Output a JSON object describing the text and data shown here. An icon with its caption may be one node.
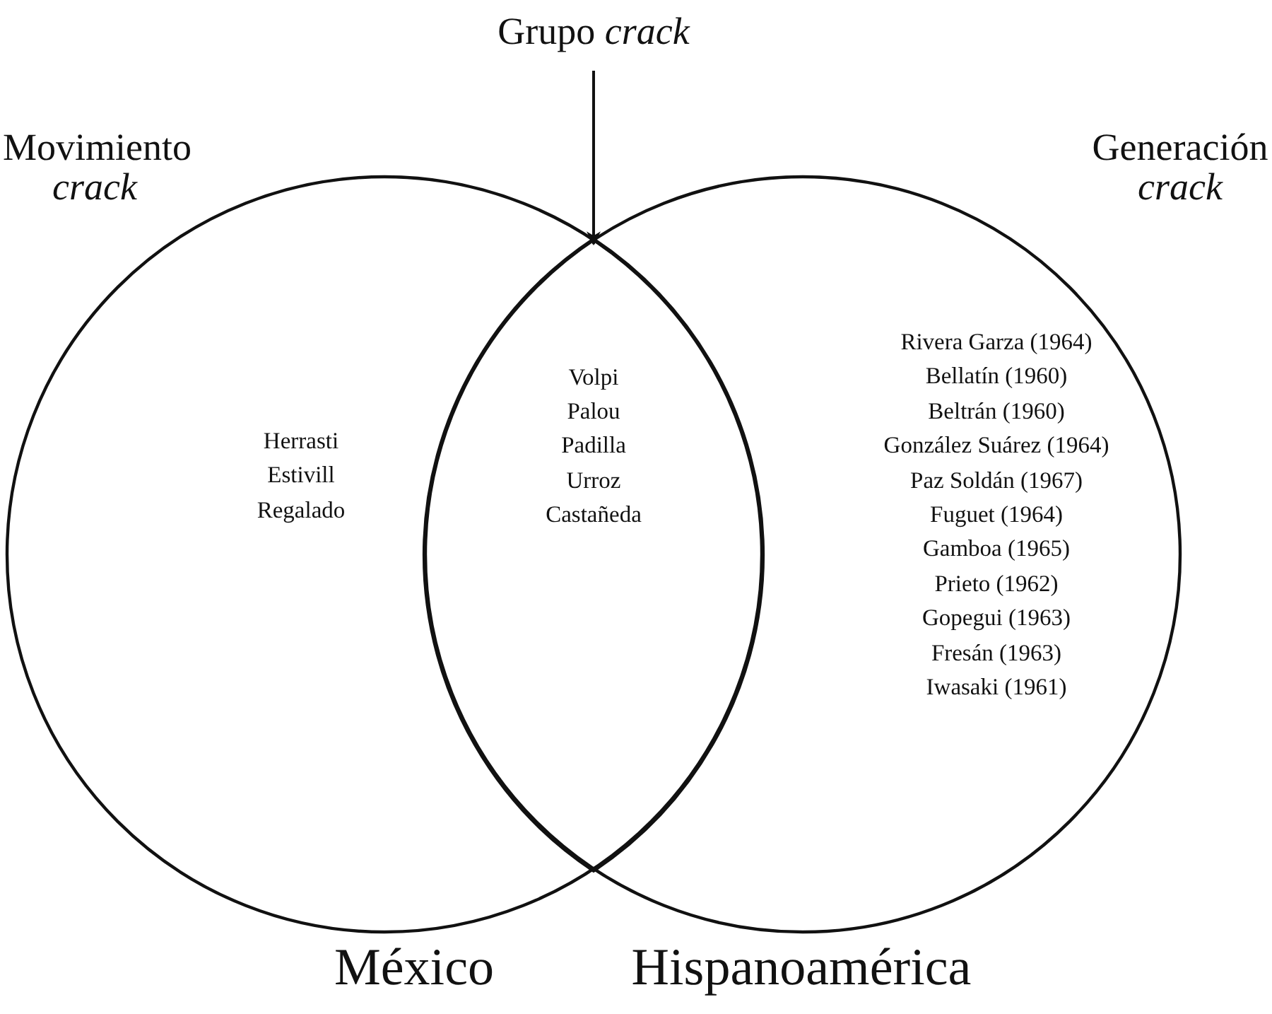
{
  "diagram": {
    "nodes": [
      {
        "text": [
          "Movimiento *crack*",
          "Herrasti",
          "Estivill",
          "Regalado"
        ],
        "beside": [
          "México"
        ]
      },
      {
        "text": [
          "Generación *crack*",
          "Rivera Garza (1964)",
          "Bellatín (1960)",
          "Beltrán (1960)",
          "González Suárez (1964)",
          "Paz Soldán (1967)",
          "Fuguet (1964)",
          "Gamboa (1965)",
          "Prieto (1962)",
          "Gopegui (1963)",
          "Fresán (1963)",
          "Iwasaki (1961)"
        ],
        "beside": [
          "Hispanoamérica"
        ]
      },
      {
        "text": [
          "Volpi",
          "Palou",
          "Padilla",
          "Urroz",
          "Castañeda"
        ]
      },
      {
        "text": [
          "Grupo *crack*"
        ]
      }
    ],
    "edges": [
      {
        "from": 3,
        "to": 2,
        "arrow": "to"
      }
    ]
  }
}
